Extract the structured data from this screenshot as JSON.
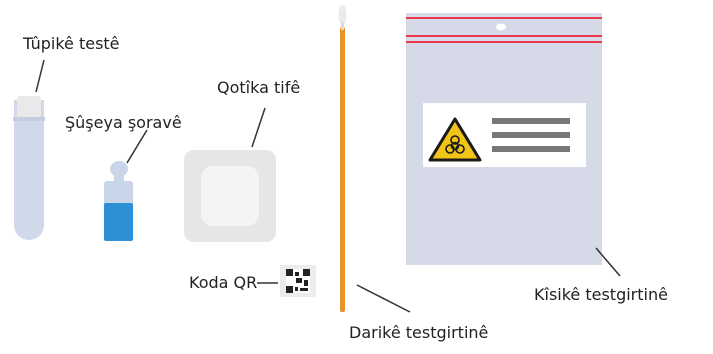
{
  "labels": {
    "test_tube": "Tûpikê testê",
    "liquid_bottle": "Şûşeya şoravê",
    "drop_box": "Qotîka tifê",
    "qr_code": "Koda QR",
    "swab": "Darikê testgirtinê",
    "bag": "Kîsikê testgirtinê"
  },
  "icons": [
    "test-tube",
    "liquid-bottle",
    "drop-box",
    "qr-code",
    "swab",
    "specimen-bag",
    "biohazard-icon"
  ],
  "colors": {
    "tube": "#cfd9ea",
    "tube_cap": "#e8e8e8",
    "bottle_body": "#2d8fd6",
    "bottle_neck": "#c9d6ea",
    "box_outer": "#e6e6e6",
    "box_inner": "#f4f4f4",
    "swab_stick": "#e8922a",
    "bag": "#d5d9e8",
    "bag_stripe": "#e83a4f",
    "biohazard": "#f2c417"
  }
}
